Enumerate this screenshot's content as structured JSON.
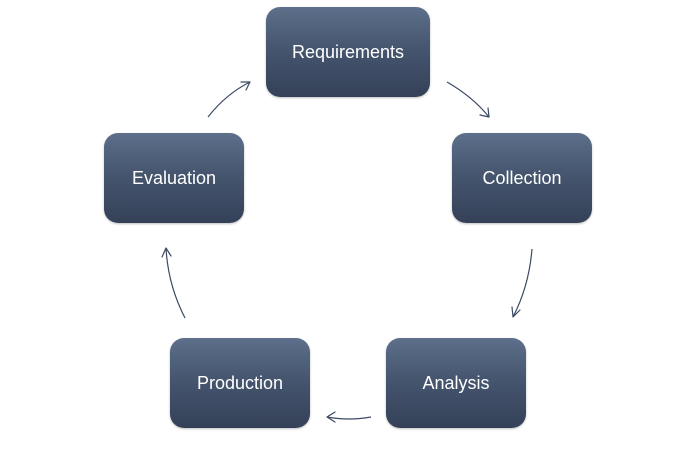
{
  "diagram": {
    "type": "cycle",
    "stages": [
      {
        "id": "requirements",
        "label": "Requirements"
      },
      {
        "id": "collection",
        "label": "Collection"
      },
      {
        "id": "analysis",
        "label": "Analysis"
      },
      {
        "id": "production",
        "label": "Production"
      },
      {
        "id": "evaluation",
        "label": "Evaluation"
      }
    ],
    "connections": [
      {
        "from": "requirements",
        "to": "collection"
      },
      {
        "from": "collection",
        "to": "analysis"
      },
      {
        "from": "analysis",
        "to": "production"
      },
      {
        "from": "production",
        "to": "evaluation"
      },
      {
        "from": "evaluation",
        "to": "requirements"
      }
    ],
    "colors": {
      "node_fill_top": "#5d6f8a",
      "node_fill_bottom": "#344158",
      "node_text": "#ffffff",
      "arrow": "#3c4a63",
      "background": "#ffffff"
    }
  }
}
